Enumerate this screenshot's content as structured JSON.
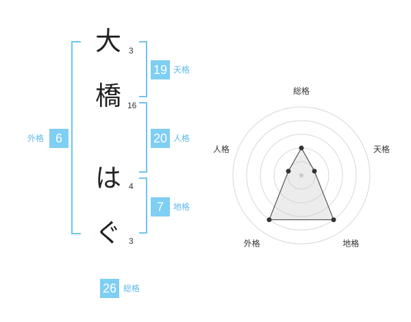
{
  "name_chars": [
    {
      "char": "大",
      "strokes": "3"
    },
    {
      "char": "橋",
      "strokes": "16"
    },
    {
      "char": "は",
      "strokes": "4"
    },
    {
      "char": "ぐ",
      "strokes": "3"
    }
  ],
  "kaku": {
    "tenkaku": {
      "value": "19",
      "label": "天格"
    },
    "jinkaku": {
      "value": "20",
      "label": "人格"
    },
    "chikaku": {
      "value": "7",
      "label": "地格"
    },
    "gaikaku": {
      "value": "6",
      "label": "外格"
    },
    "soukaku": {
      "value": "26",
      "label": "総格"
    }
  },
  "colors": {
    "accent": "#7fcef3",
    "bracket": "#6ec3f2"
  },
  "chart_data": {
    "type": "radar",
    "axes": [
      "総格",
      "天格",
      "地格",
      "外格",
      "人格"
    ],
    "values": [
      2,
      1,
      4,
      4,
      1
    ],
    "max": 5,
    "rings": 5
  }
}
